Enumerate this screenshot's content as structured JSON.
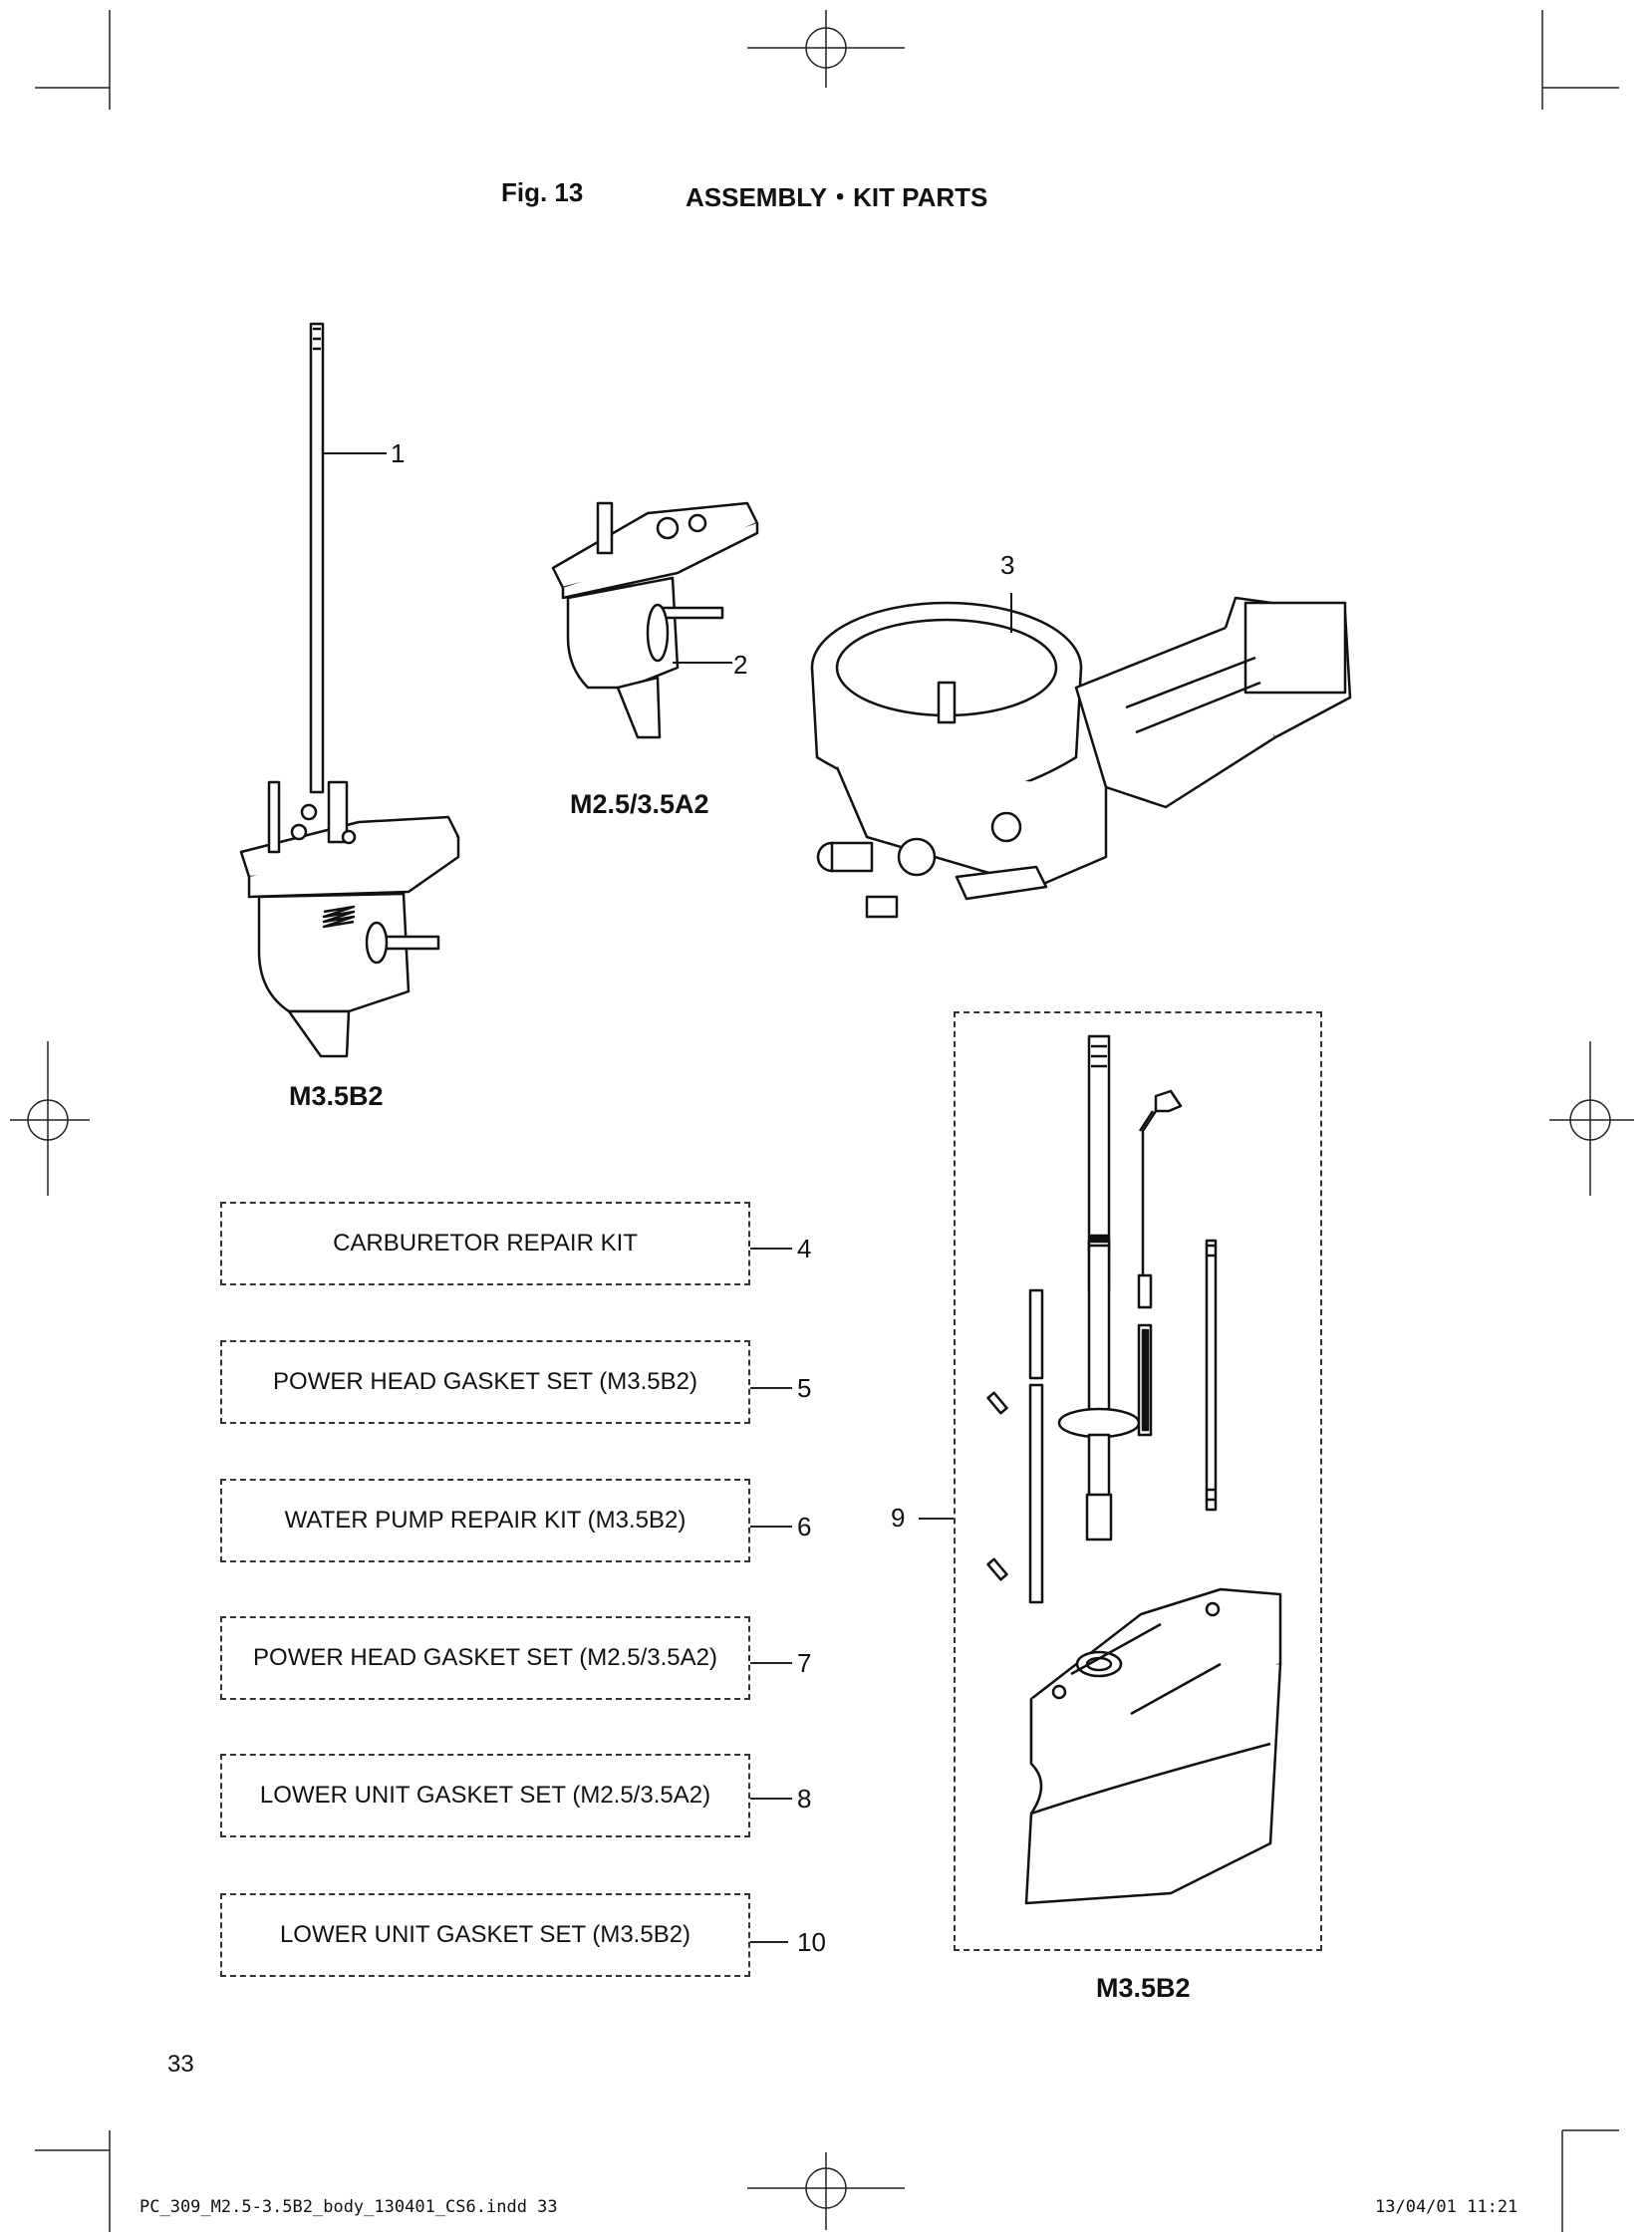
{
  "header": {
    "fig_label": "Fig. 13",
    "title": "ASSEMBLY・KIT PARTS"
  },
  "captions": {
    "lower_unit_left": "M3.5B2",
    "lower_unit_mid": "M2.5/3.5A2",
    "shaft_kit": "M3.5B2"
  },
  "callouts": {
    "c1": "1",
    "c2": "2",
    "c3": "3",
    "c4": "4",
    "c5": "5",
    "c6": "6",
    "c7": "7",
    "c8": "8",
    "c9": "9",
    "c10": "10"
  },
  "kits": [
    {
      "label": "CARBURETOR REPAIR KIT"
    },
    {
      "label": "POWER HEAD GASKET SET (M3.5B2)"
    },
    {
      "label": "WATER PUMP REPAIR KIT (M3.5B2)"
    },
    {
      "label": "POWER HEAD GASKET SET (M2.5/3.5A2)"
    },
    {
      "label": "LOWER UNIT GASKET SET (M2.5/3.5A2)"
    },
    {
      "label": "LOWER UNIT GASKET SET (M3.5B2)"
    }
  ],
  "page_number": "33",
  "footer": {
    "file": "PC_309_M2.5-3.5B2_body_130401_CS6.indd   33",
    "timestamp": "13/04/01   11:21"
  }
}
